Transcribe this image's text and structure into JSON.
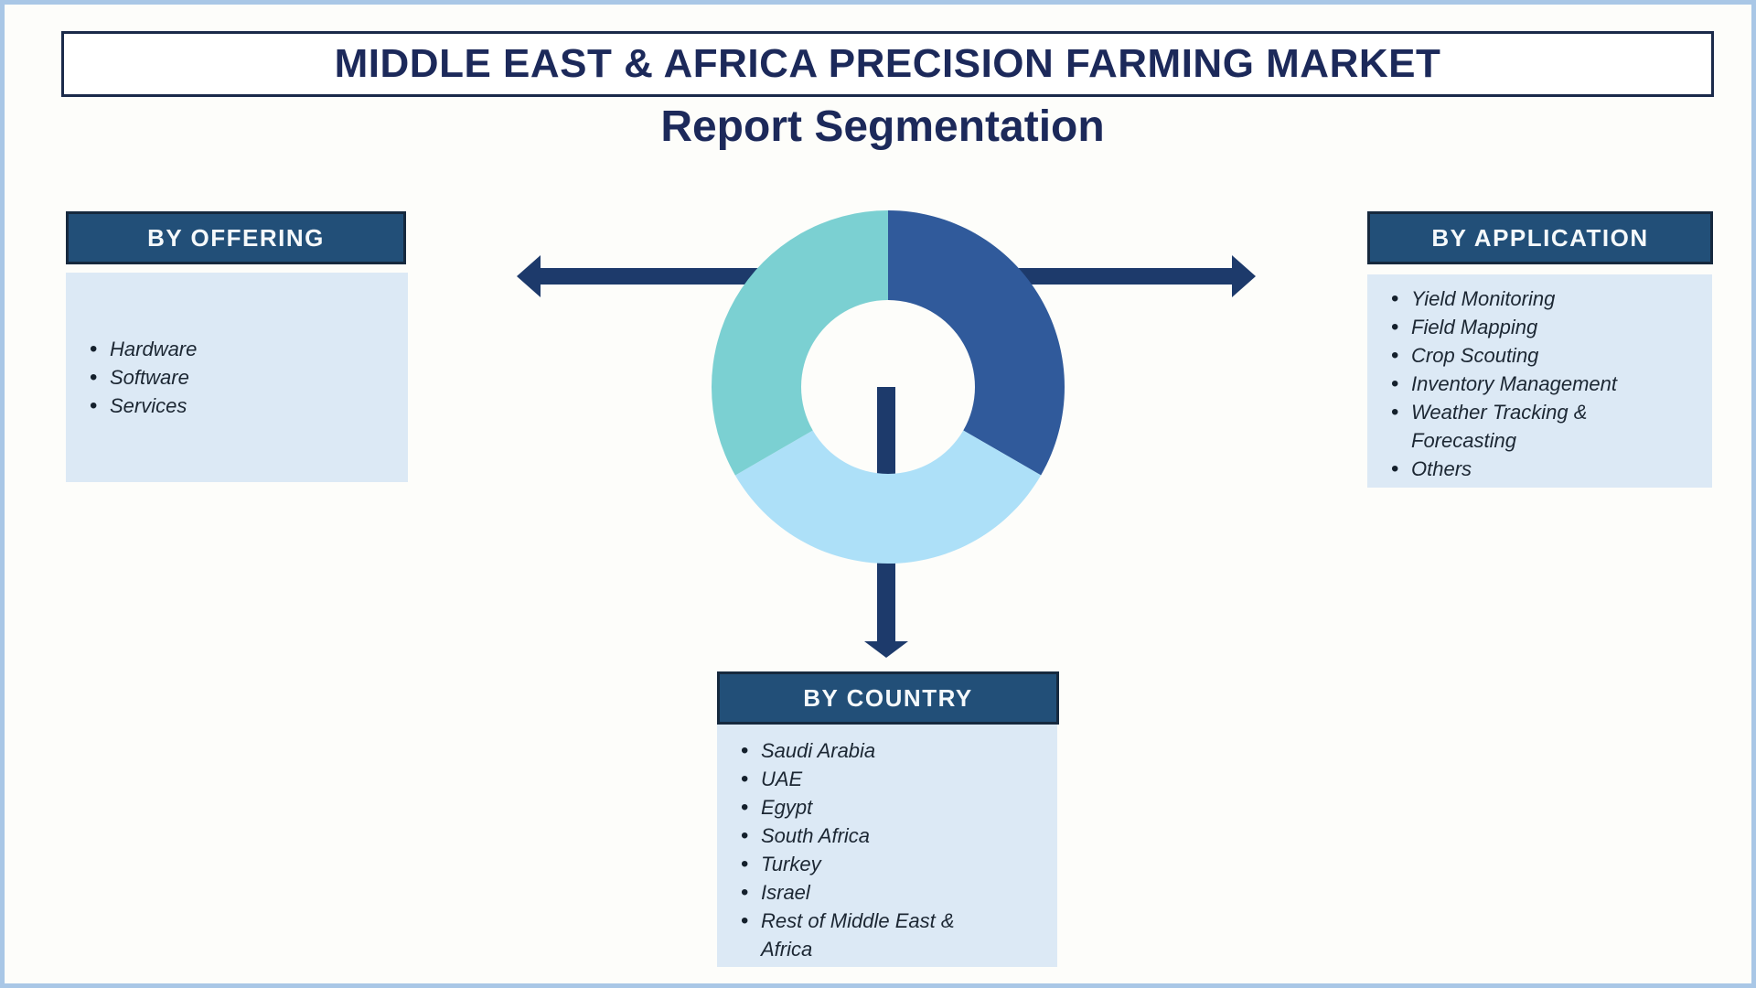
{
  "page": {
    "title": "MIDDLE EAST & AFRICA PRECISION FARMING MARKET",
    "subtitle": "Report Segmentation"
  },
  "panels": {
    "offering": {
      "header": "BY OFFERING",
      "items": [
        "Hardware",
        "Software",
        "Services"
      ]
    },
    "application": {
      "header": "BY APPLICATION",
      "items": [
        "Yield Monitoring",
        "Field Mapping",
        "Crop Scouting",
        "Inventory Management",
        "Weather Tracking & Forecasting",
        "Others"
      ]
    },
    "country": {
      "header": "BY COUNTRY",
      "items": [
        "Saudi Arabia",
        "UAE",
        "Egypt",
        "South Africa",
        "Turkey",
        "Israel",
        "Rest of Middle East & Africa"
      ]
    }
  },
  "chart_data": {
    "type": "pie",
    "variant": "donut",
    "title": "",
    "legend": false,
    "direction": "clockwise",
    "start_angle_deg": 0,
    "inner_radius_ratio": 0.49,
    "segments": [
      {
        "label": "dark-blue",
        "value": 33.33,
        "color": "#305A9B"
      },
      {
        "label": "light-blue",
        "value": 33.33,
        "color": "#ADE0F8"
      },
      {
        "label": "teal",
        "value": 33.34,
        "color": "#7BD0D2"
      }
    ]
  },
  "colors": {
    "frame_border": "#A9C7E6",
    "background": "#FDFDFA",
    "title_text": "#1C295A",
    "title_border": "#1B2A4A",
    "header_fill": "#224F78",
    "header_border": "#16293E",
    "header_text": "#F5F9FB",
    "list_fill": "#DCE9F5",
    "list_text": "#1C2733",
    "arrow": "#1D3A6B"
  }
}
